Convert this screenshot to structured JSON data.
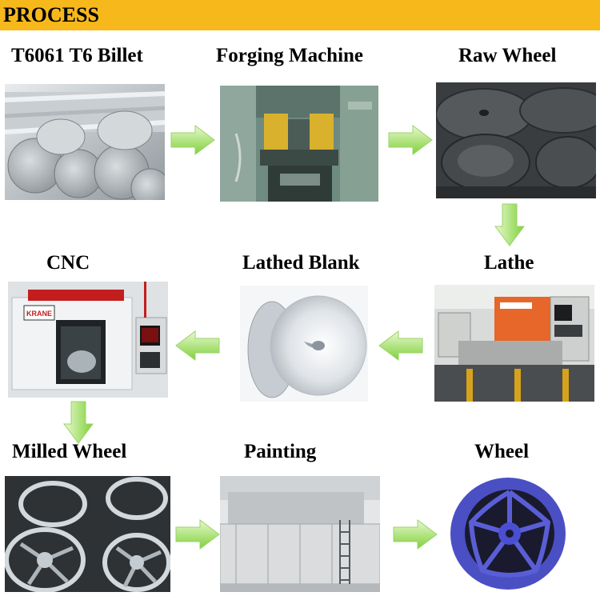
{
  "header": {
    "title": "PROCESS",
    "color": "#f7b81b"
  },
  "steps": [
    {
      "label": "T6061 T6 Billet"
    },
    {
      "label": "Forging Machine"
    },
    {
      "label": "Raw Wheel"
    },
    {
      "label": "Lathe"
    },
    {
      "label": "Lathed Blank"
    },
    {
      "label": "CNC"
    },
    {
      "label": "Milled Wheel"
    },
    {
      "label": "Painting"
    },
    {
      "label": "Wheel"
    }
  ],
  "photo_panels": {
    "cnc_sign": "KRANE"
  },
  "arrow_color": "#8ddc3a"
}
